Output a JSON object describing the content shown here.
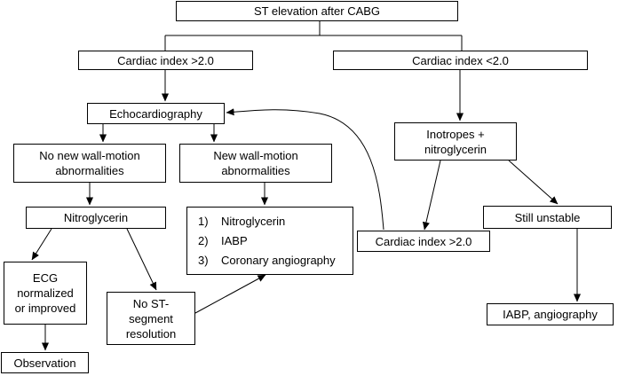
{
  "nodes": {
    "st_elevation": [
      "ST elevation after CABG"
    ],
    "ci_high_top": [
      "Cardiac index >2.0"
    ],
    "ci_low": [
      "Cardiac index <2.0"
    ],
    "echo": [
      "Echocardiography"
    ],
    "inotropes": [
      "Inotropes +",
      "nitroglycerin"
    ],
    "no_new_wma": [
      "No new wall-motion",
      "abnormalities"
    ],
    "new_wma": [
      "New wall-motion",
      "abnormalities"
    ],
    "nitro_left": [
      "Nitroglycerin"
    ],
    "treatment_list": [
      "1)    Nitroglycerin",
      "2)    IABP",
      "3)    Coronary angiography"
    ],
    "ci_high_right": [
      "Cardiac index >2.0"
    ],
    "still_unstable": [
      "Still unstable"
    ],
    "ecg": [
      "ECG",
      "normalized",
      "or improved"
    ],
    "no_st_resolution": [
      "No ST-",
      "segment",
      "resolution"
    ],
    "iabp_angio": [
      "IABP, angiography"
    ],
    "observation": [
      "Observation"
    ]
  },
  "edges": [
    [
      "st_elevation",
      "ci_high_top"
    ],
    [
      "st_elevation",
      "ci_low"
    ],
    [
      "ci_high_top",
      "echo"
    ],
    [
      "ci_low",
      "inotropes"
    ],
    [
      "echo",
      "no_new_wma"
    ],
    [
      "echo",
      "new_wma"
    ],
    [
      "no_new_wma",
      "nitro_left"
    ],
    [
      "new_wma",
      "treatment_list"
    ],
    [
      "nitro_left",
      "ecg"
    ],
    [
      "nitro_left",
      "no_st_resolution"
    ],
    [
      "ecg",
      "observation"
    ],
    [
      "no_st_resolution",
      "treatment_list"
    ],
    [
      "inotropes",
      "ci_high_right"
    ],
    [
      "inotropes",
      "still_unstable"
    ],
    [
      "ci_high_right",
      "echo"
    ],
    [
      "still_unstable",
      "iabp_angio"
    ]
  ]
}
